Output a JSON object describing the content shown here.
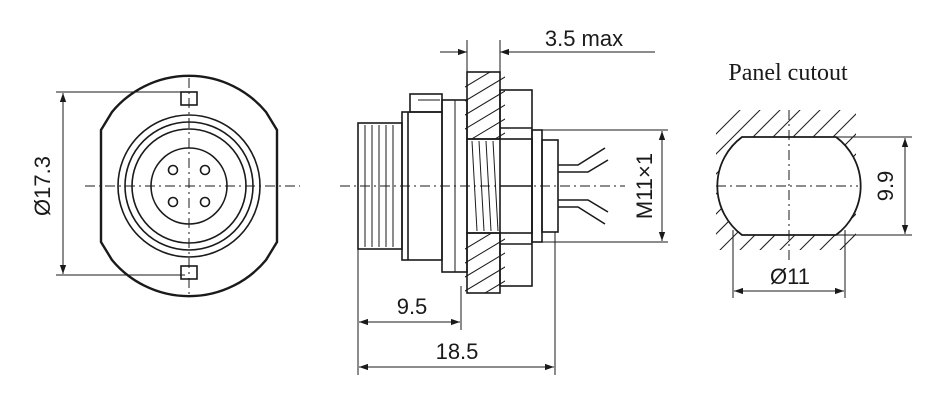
{
  "labels": {
    "front_diameter": "Ø17.3",
    "panel_thickness": "3.5 max",
    "thread": "M11×1",
    "length_short": "9.5",
    "length_total": "18.5",
    "cutout_title": "Panel cutout",
    "cutout_height": "9.9",
    "cutout_diameter": "Ø11"
  },
  "colors": {
    "line": "#1a1a1a",
    "background": "#ffffff"
  }
}
